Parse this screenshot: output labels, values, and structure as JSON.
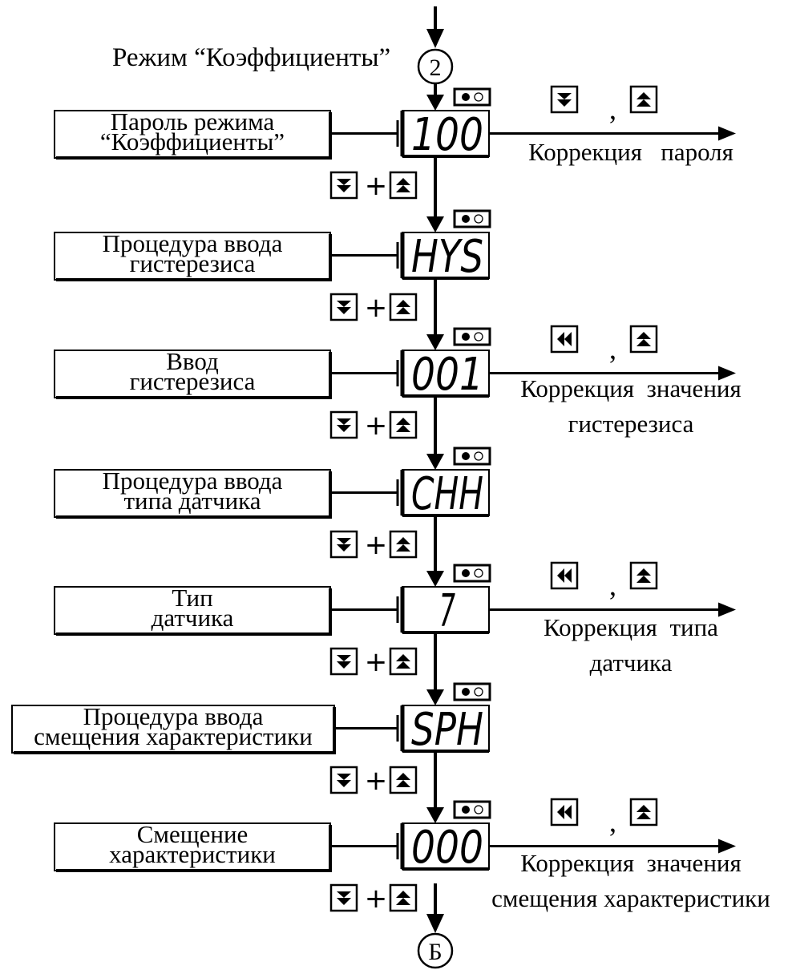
{
  "mode_title": "Режим “Коэффициенты”",
  "connector_top": "2",
  "connector_bottom": "Б",
  "transition_keys": [
    "down-key",
    "plus",
    "up-key"
  ],
  "transition_plus": "+",
  "separator": ",",
  "steps": [
    {
      "label_lines": [
        "Пароль режима",
        "“Коэффициенты”"
      ],
      "display": "100",
      "indicator": "led-on-off",
      "side_keys": [
        "down-key",
        "up-key"
      ],
      "side_lines": [
        "Коррекция   пароля"
      ]
    },
    {
      "label_lines": [
        "Процедура ввода",
        "гистерезиса"
      ],
      "display": "HYS",
      "indicator": "led-on-off"
    },
    {
      "label_lines": [
        "Ввод",
        "гистерезиса"
      ],
      "display": "001",
      "indicator": "led-on-off",
      "side_keys": [
        "left-key",
        "up-key"
      ],
      "side_lines": [
        "Коррекция  значения",
        "гистерезиса"
      ]
    },
    {
      "label_lines": [
        "Процедура ввода",
        "типа датчика"
      ],
      "display": "CHH",
      "indicator": "led-on-off"
    },
    {
      "label_lines": [
        "Тип",
        "датчика"
      ],
      "display": "7",
      "indicator": "led-on-off",
      "side_keys": [
        "left-key",
        "up-key"
      ],
      "side_lines": [
        "Коррекция  типа",
        "датчика"
      ]
    },
    {
      "label_lines": [
        "Процедура ввода",
        "смещения характеристики"
      ],
      "display": "SPH",
      "indicator": "led-on-off"
    },
    {
      "label_lines": [
        "Смещение",
        "характеристики"
      ],
      "display": "000",
      "indicator": "led-on-off",
      "side_keys": [
        "left-key",
        "up-key"
      ],
      "side_lines": [
        "Коррекция  значения",
        "смещения характеристики"
      ]
    }
  ]
}
